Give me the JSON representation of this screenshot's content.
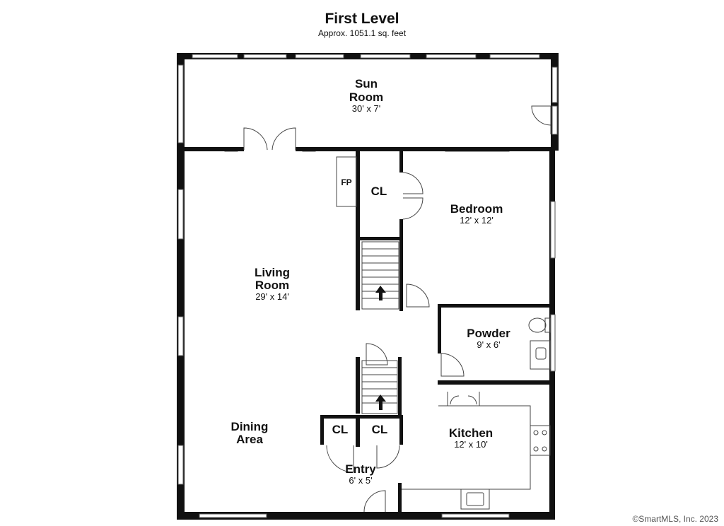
{
  "header": {
    "title": "First Level",
    "subtitle": "Approx. 1051.1 sq. feet"
  },
  "rooms": {
    "sun_room": {
      "name_line1": "Sun",
      "name_line2": "Room",
      "dims": "30' x 7'"
    },
    "living_room": {
      "name_line1": "Living",
      "name_line2": "Room",
      "dims": "29' x 14'"
    },
    "dining_area": {
      "name_line1": "Dining",
      "name_line2": "Area"
    },
    "bedroom": {
      "name": "Bedroom",
      "dims": "12' x 12'"
    },
    "powder": {
      "name": "Powder",
      "dims": "9' x 6'"
    },
    "kitchen": {
      "name": "Kitchen",
      "dims": "12' x 10'"
    },
    "entry": {
      "name": "Entry",
      "dims": "6' x 5'"
    }
  },
  "labels": {
    "fireplace": "FP",
    "closet_upper": "CL",
    "closet_left": "CL",
    "closet_right": "CL"
  },
  "footer": {
    "copyright": "©SmartMLS, Inc.  2023"
  },
  "colors": {
    "wall": "#111111",
    "window": "#ffffff",
    "background": "#ffffff"
  }
}
